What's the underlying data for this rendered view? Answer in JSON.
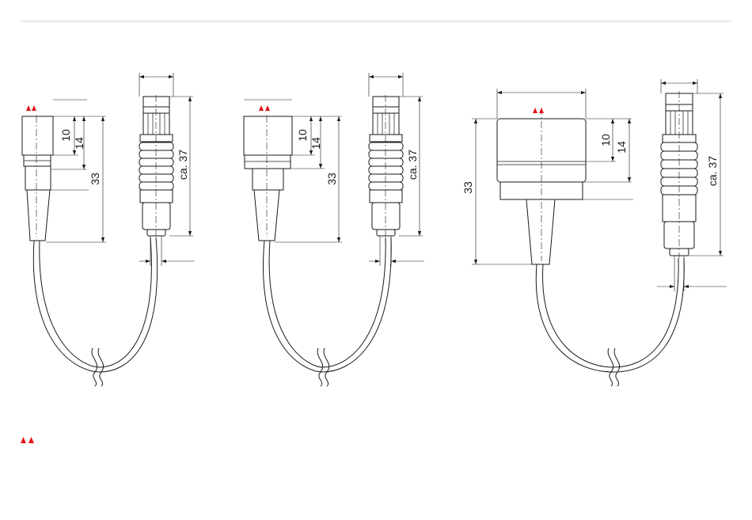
{
  "colors": {
    "line": "#1a1a1a",
    "marker_red": "#e0141b",
    "rule": "#cfcfcf",
    "background": "#ffffff"
  },
  "figures": [
    {
      "labels": {
        "d10": "10",
        "d14": "14",
        "d33": "33",
        "d37": "ca. 37"
      }
    },
    {
      "labels": {
        "d10": "10",
        "d14": "14",
        "d33": "33",
        "d37": "ca. 37"
      }
    },
    {
      "labels": {
        "d10": "10",
        "d14": "14",
        "d33": "33",
        "d37": "ca. 37"
      }
    }
  ],
  "legend": {
    "marker_icon": "red-double-triangle-icon"
  }
}
